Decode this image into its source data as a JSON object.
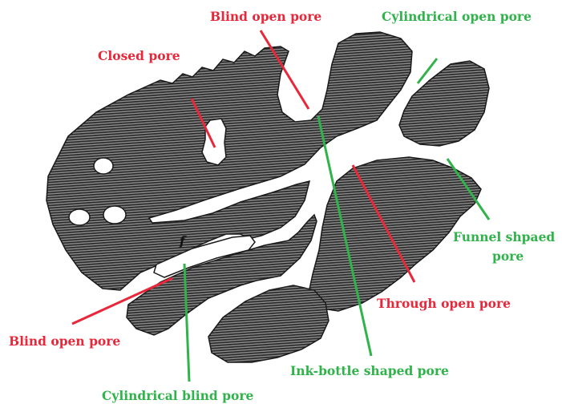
{
  "colors": {
    "red": "#e8283a",
    "green": "#2fb34a",
    "particle_fill": "#5f5f5f",
    "hatch": "#2a2a2a"
  },
  "labels": {
    "blind_open_pore_top": "Blind open pore",
    "cylindrical_open_pore": "Cylindrical open pore",
    "closed_pore": "Closed pore",
    "funnel_line1": "Funnel shpaed",
    "funnel_line2": "pore",
    "through_open_pore": "Through open pore",
    "blind_open_pore_left": "Blind open pore",
    "ink_bottle_pore": "Ink-bottle shaped pore",
    "cylindrical_blind_pore": "Cylindrical blind pore",
    "pore_marker": "f"
  }
}
